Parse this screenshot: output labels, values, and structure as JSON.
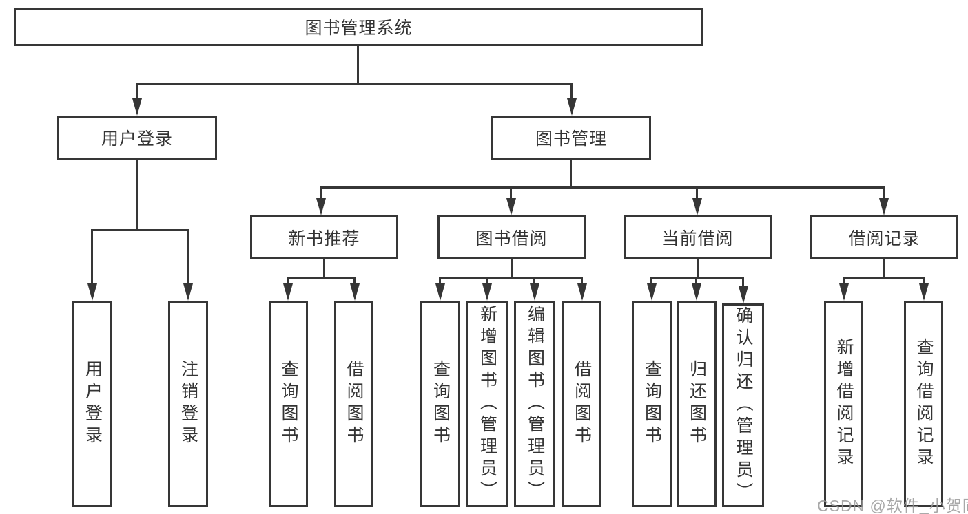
{
  "tree": {
    "root": {
      "label": "图书管理系统"
    },
    "branches": [
      {
        "label": "用户登录",
        "children": [
          {
            "label": "用户登录"
          },
          {
            "label": "注销登录"
          }
        ]
      },
      {
        "label": "图书管理",
        "children": [
          {
            "label": "新书推荐",
            "children": [
              {
                "label": "查询图书"
              },
              {
                "label": "借阅图书"
              }
            ]
          },
          {
            "label": "图书借阅",
            "children": [
              {
                "label": "查询图书"
              },
              {
                "label": "新增图书（管理员）"
              },
              {
                "label": "编辑图书（管理员）"
              },
              {
                "label": "借阅图书"
              }
            ]
          },
          {
            "label": "当前借阅",
            "children": [
              {
                "label": "查询图书"
              },
              {
                "label": "归还图书"
              },
              {
                "label": "确认归还（管理员）"
              }
            ]
          },
          {
            "label": "借阅记录",
            "children": [
              {
                "label": "新增借阅记录"
              },
              {
                "label": "查询借阅记录"
              }
            ]
          }
        ]
      }
    ]
  },
  "watermark": {
    "text": "CSDN @软件_小贺同学"
  },
  "colors": {
    "line": "#363636",
    "text": "#333333",
    "background": "#ffffff",
    "watermark": "#999999"
  }
}
